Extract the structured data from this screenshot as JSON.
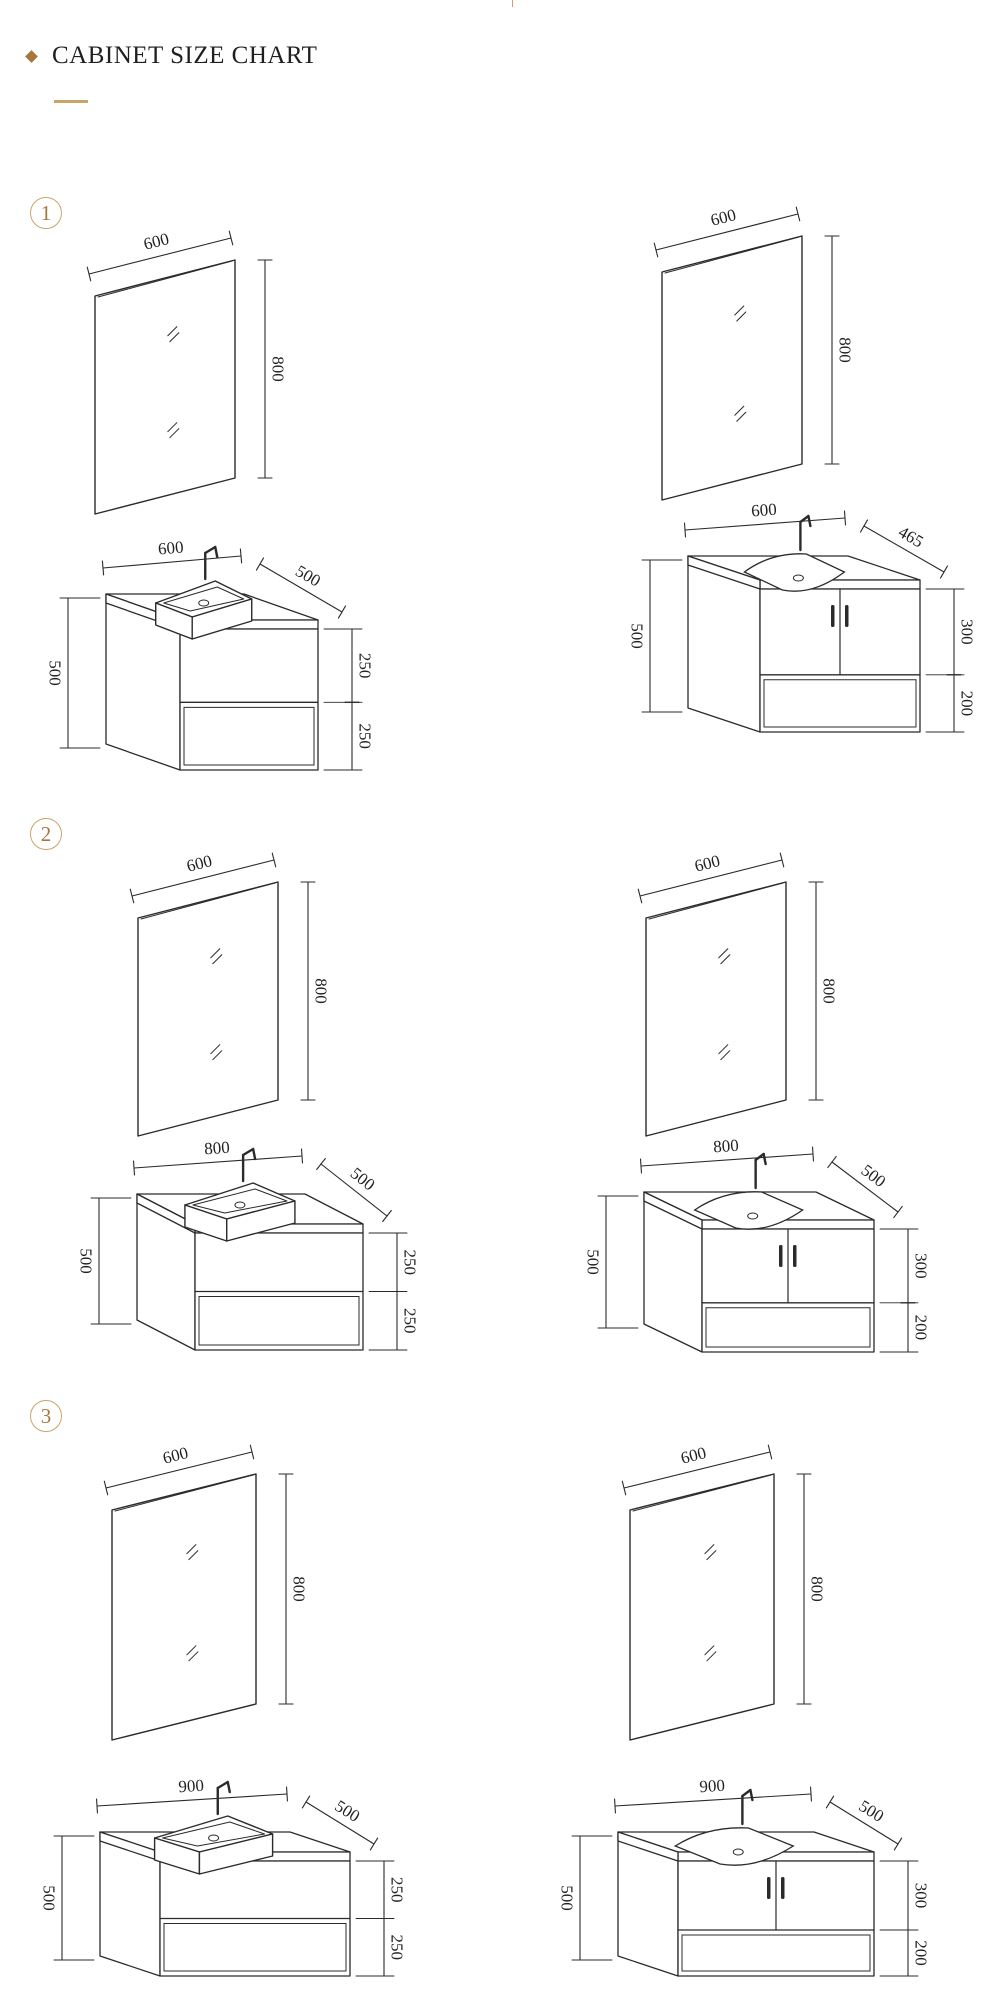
{
  "header": {
    "title": "CABINET SIZE CHART"
  },
  "sections": [
    {
      "badge": "1",
      "left": {
        "mirror": {
          "width": "600",
          "height": "800"
        },
        "cabinet": {
          "width": "600",
          "depth": "500",
          "height": "500",
          "upper": "250",
          "lower": "250"
        }
      },
      "right": {
        "mirror": {
          "width": "600",
          "height": "800"
        },
        "cabinet": {
          "width": "600",
          "depth": "465",
          "height": "500",
          "upper": "300",
          "lower": "200"
        }
      }
    },
    {
      "badge": "2",
      "left": {
        "mirror": {
          "width": "600",
          "height": "800"
        },
        "cabinet": {
          "width": "800",
          "depth": "500",
          "height": "500",
          "upper": "250",
          "lower": "250"
        }
      },
      "right": {
        "mirror": {
          "width": "600",
          "height": "800"
        },
        "cabinet": {
          "width": "800",
          "depth": "500",
          "height": "500",
          "upper": "300",
          "lower": "200"
        }
      }
    },
    {
      "badge": "3",
      "left": {
        "mirror": {
          "width": "600",
          "height": "800"
        },
        "cabinet": {
          "width": "900",
          "depth": "500",
          "height": "500",
          "upper": "250",
          "lower": "250"
        }
      },
      "right": {
        "mirror": {
          "width": "600",
          "height": "800"
        },
        "cabinet": {
          "width": "900",
          "depth": "500",
          "height": "500",
          "upper": "300",
          "lower": "200"
        }
      }
    }
  ]
}
